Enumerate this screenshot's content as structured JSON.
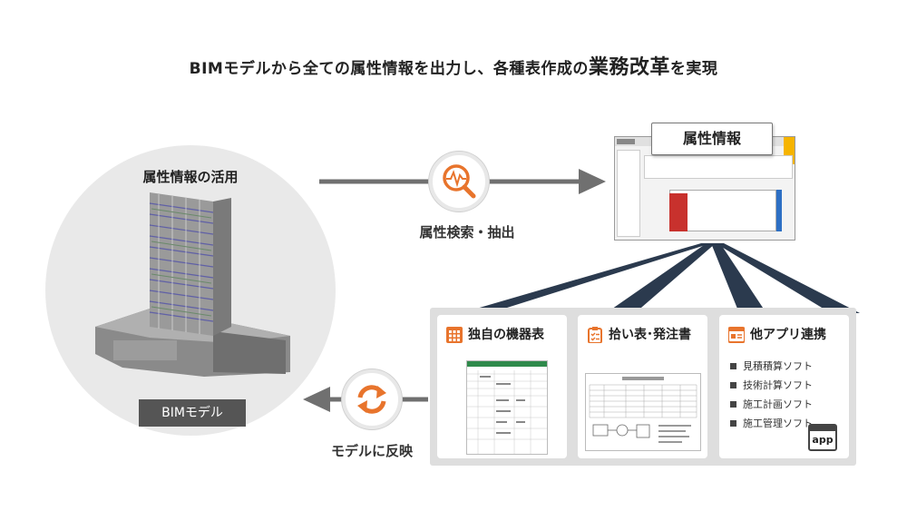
{
  "headline": {
    "prefix": "BIMモデルから全ての属性情報を出力し、各種表作成の",
    "highlight": "業務改革",
    "suffix": "を実現"
  },
  "left_circle": {
    "title": "属性情報の活用",
    "badge": "BIMモデル"
  },
  "top_arrow": {
    "label": "属性検索・抽出",
    "icon": "magnifier-pulse-icon"
  },
  "screenshot": {
    "tab_label": "属性情報"
  },
  "bottom_arrow": {
    "label": "モデルに反映",
    "icon": "sync-arrows-icon"
  },
  "cards": [
    {
      "title": "独自の機器表",
      "icon": "table-grid-icon"
    },
    {
      "title": "拾い表･発注書",
      "icon": "clipboard-checklist-icon"
    },
    {
      "title": "他アプリ連携",
      "icon": "app-window-icon",
      "items": [
        "見積積算ソフト",
        "技術計算ソフト",
        "施工計画ソフト",
        "施工管理ソフト"
      ],
      "badge": "app"
    }
  ],
  "colors": {
    "accent_orange": "#e8742c",
    "arrow_gray": "#707070",
    "fan_navy": "#2b3a4e",
    "badge_gray": "#555555"
  }
}
